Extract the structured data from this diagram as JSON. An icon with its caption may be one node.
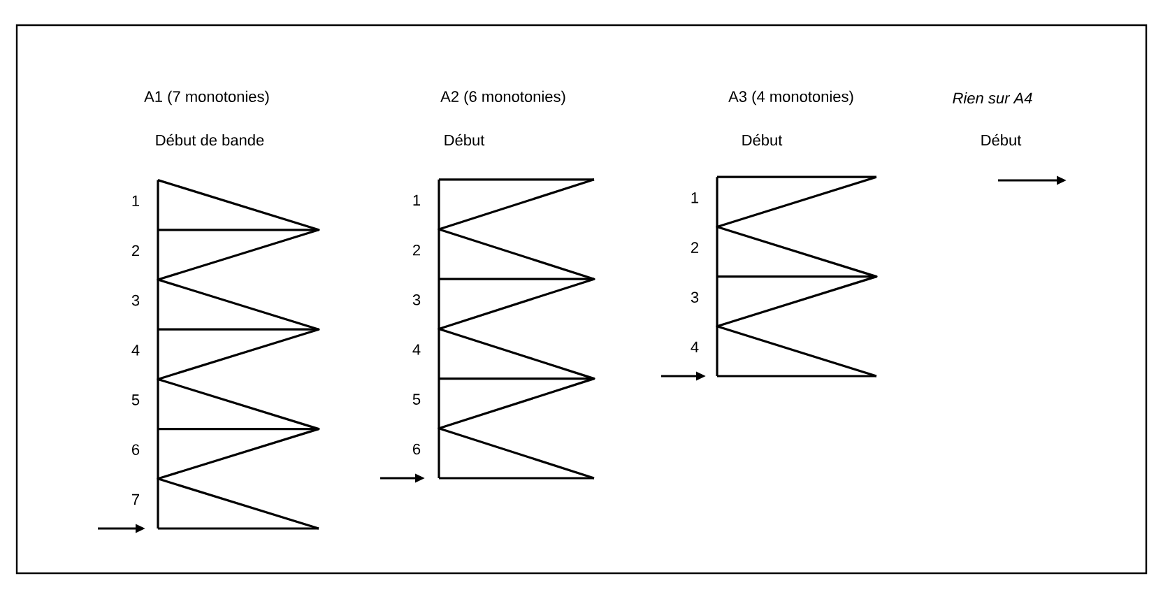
{
  "diagram": {
    "labels": [
      "A1 (7 monotonies)",
      "Début de bande",
      "1",
      "2",
      "3",
      "4",
      "5",
      "6",
      "7",
      "A2 (6 monotonies)",
      "Début",
      "1",
      "2",
      "3",
      "4",
      "5",
      "6",
      "A3 (4 monotonies)",
      "Début",
      "1",
      "2",
      "3",
      "4",
      "*Rien sur A4*",
      "Début"
    ]
  }
}
